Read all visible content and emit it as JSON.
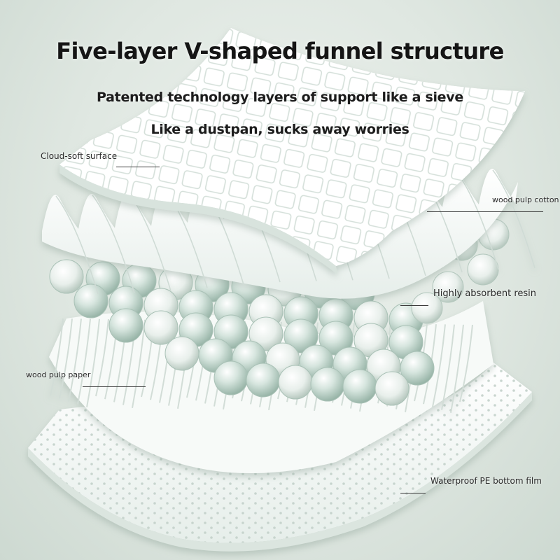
{
  "title": "Five-layer V-shaped funnel structure",
  "subtitle_1": "Patented technology layers of support like a sieve",
  "subtitle_2": "Like a dustpan, sucks away worries",
  "layers": [
    {
      "label": "Cloud-soft surface"
    },
    {
      "label": "wood pulp cotton"
    },
    {
      "label": "Highly absorbent resin"
    },
    {
      "label": "wood pulp paper"
    },
    {
      "label": "Waterproof PE bottom film"
    }
  ],
  "colors": {
    "background": "#dfe7e1",
    "layer_white": "#fbfdfc",
    "layer_shadow": "#c9d6cf",
    "resin_bead": "#b9d2c7",
    "text": "#151515"
  }
}
